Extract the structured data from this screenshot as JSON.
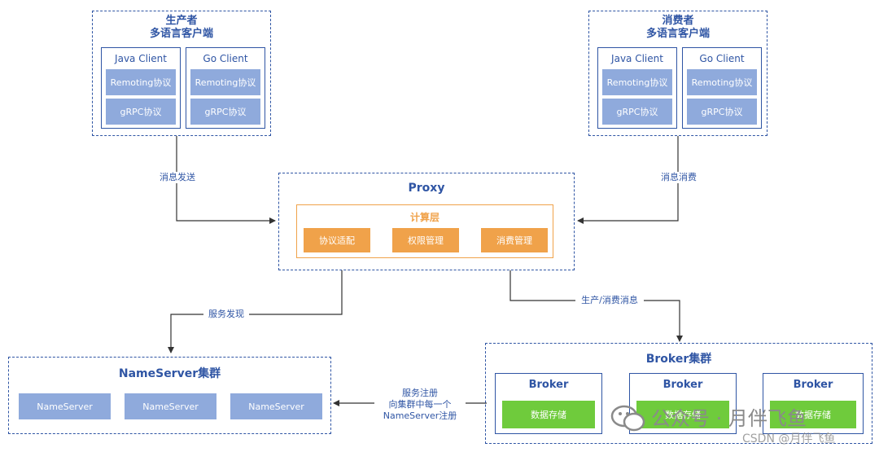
{
  "producer": {
    "title_line1": "生产者",
    "title_line2": "多语言客户端",
    "clients": [
      {
        "name": "Java  Client",
        "remoting": "Remoting协议",
        "grpc": "gRPC协议"
      },
      {
        "name": "Go  Client",
        "remoting": "Remoting协议",
        "grpc": "gRPC协议"
      }
    ]
  },
  "consumer": {
    "title_line1": "消费者",
    "title_line2": "多语言客户端",
    "clients": [
      {
        "name": "Java  Client",
        "remoting": "Remoting协议",
        "grpc": "gRPC协议"
      },
      {
        "name": "Go  Client",
        "remoting": "Remoting协议",
        "grpc": "gRPC协议"
      }
    ]
  },
  "proxy": {
    "title": "Proxy",
    "layer_title": "计算层",
    "modules": [
      "协议适配",
      "权限管理",
      "消费管理"
    ]
  },
  "nameserver_cluster": {
    "title": "NameServer集群",
    "nodes": [
      "NameServer",
      "NameServer",
      "NameServer"
    ]
  },
  "broker_cluster": {
    "title": "Broker集群",
    "brokers": [
      {
        "name": "Broker",
        "storage": "数据存储"
      },
      {
        "name": "Broker",
        "storage": "数据存储"
      },
      {
        "name": "Broker",
        "storage": "数据存储"
      }
    ]
  },
  "edges": {
    "send": "消息发送",
    "consume": "消息消费",
    "discovery": "服务发现",
    "produce_consume": "生产/消费消息",
    "register_line1": "服务注册",
    "register_line2": "向集群中每一个",
    "register_line3": "NameServer注册"
  },
  "watermark": {
    "line1": "公众号 · 月伴飞鱼",
    "line2": "CSDN @月伴飞鱼"
  },
  "colors": {
    "line": "#2f55a4",
    "protocol": "#8faadc",
    "compute": "#f0a24a",
    "storage": "#6fcb3c"
  }
}
